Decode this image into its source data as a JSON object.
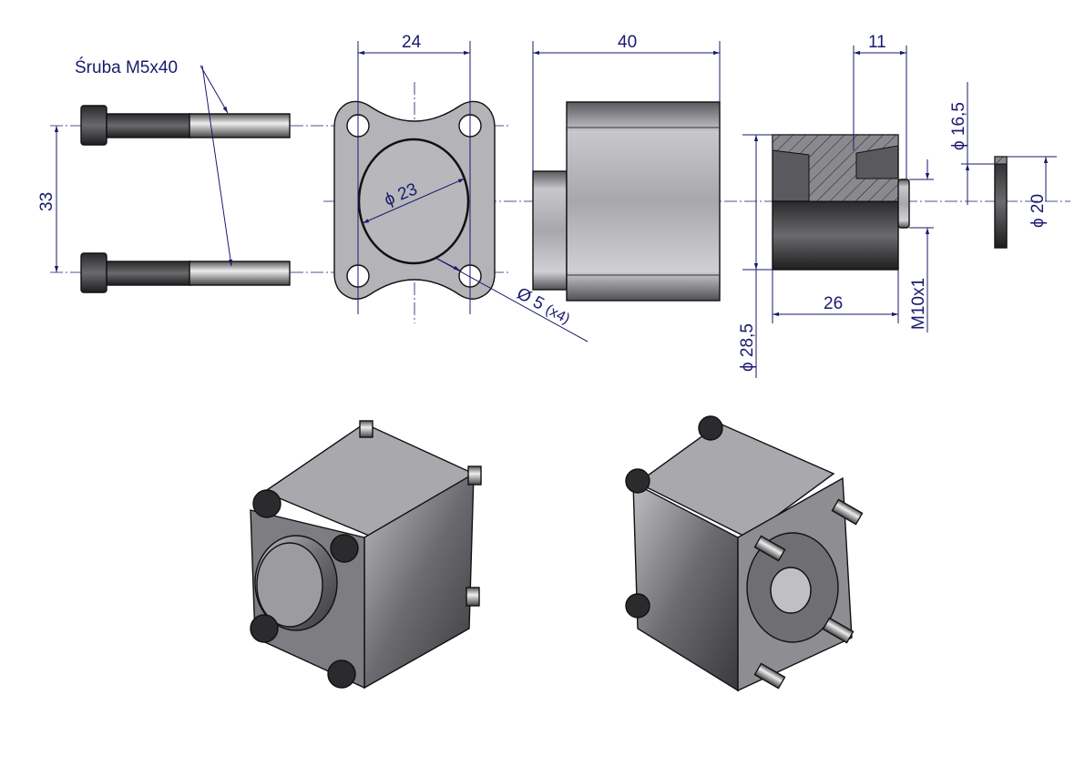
{
  "labels": {
    "bolt": "Śruba M5x40",
    "bolt_spacing": "33",
    "flange_width": "24",
    "flange_bore": "ϕ 23",
    "flange_holes": "Ø 5",
    "flange_holes_count": "(x4)",
    "body_length": "40",
    "piston_diameter": "ϕ 28,5",
    "piston_length": "26",
    "piston_step": "11",
    "thread": "M10x1",
    "washer_inner": "ϕ 16,5",
    "washer_outer": "ϕ 20"
  },
  "colors": {
    "dimension": "#1a1a6e",
    "part": "#9a9a9e",
    "dark": "#2b2b2e"
  }
}
